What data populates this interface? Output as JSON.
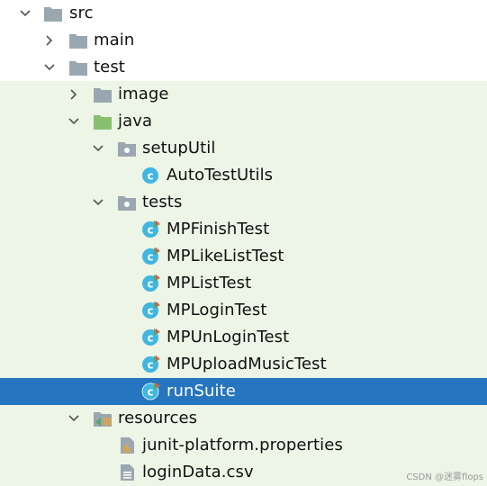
{
  "tree": {
    "src": {
      "label": "src"
    },
    "main": {
      "label": "main"
    },
    "test": {
      "label": "test"
    },
    "image": {
      "label": "image"
    },
    "java": {
      "label": "java"
    },
    "setupUtil": {
      "label": "setupUtil"
    },
    "autoTestUtils": {
      "label": "AutoTestUtils"
    },
    "tests": {
      "label": "tests"
    },
    "mpFinishTest": {
      "label": "MPFinishTest"
    },
    "mpLikeListTest": {
      "label": "MPLikeListTest"
    },
    "mpListTest": {
      "label": "MPListTest"
    },
    "mpLoginTest": {
      "label": "MPLoginTest"
    },
    "mpUnLoginTest": {
      "label": "MPUnLoginTest"
    },
    "mpUploadMusicTest": {
      "label": "MPUploadMusicTest"
    },
    "runSuite": {
      "label": "runSuite"
    },
    "resources": {
      "label": "resources"
    },
    "junitProps": {
      "label": "junit-platform.properties"
    },
    "loginData": {
      "label": "loginData.csv"
    }
  },
  "colors": {
    "selection": "#2675bf",
    "test_source_background": "#edf5e6",
    "folder_gray": "#9aa7b0",
    "folder_green": "#88c070",
    "class_icon": "#40b6e0"
  },
  "watermark": "CSDN @迷雾flops"
}
